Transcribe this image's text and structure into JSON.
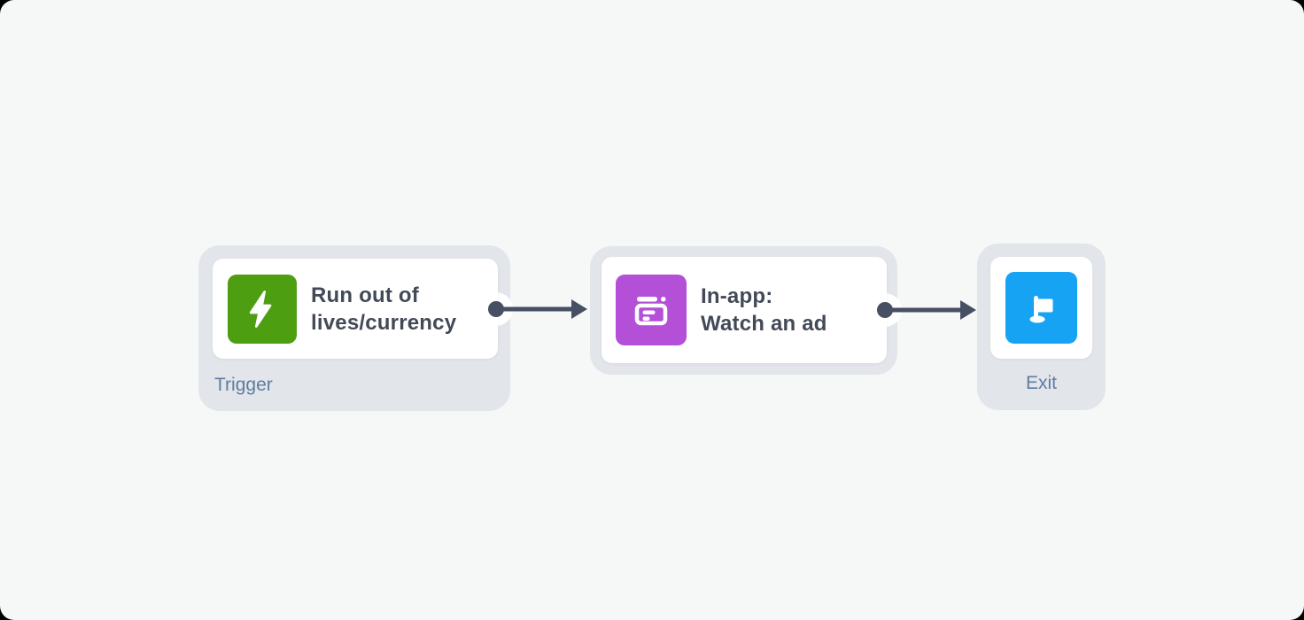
{
  "colors": {
    "page_background": "#000000",
    "canvas_background": "#f6f7f7",
    "node_container_gray": "#e2e5ea",
    "card_background": "#ffffff",
    "title_text": "#434a57",
    "type_label_text": "#5e7d9f",
    "connector": "#474f63",
    "trigger_icon_green": "#4d9e10",
    "in_app_icon_purple": "#b44fd8",
    "exit_icon_blue": "#16a3f4"
  },
  "flow": {
    "nodes": [
      {
        "id": "trigger",
        "type_label": "Trigger",
        "title_lines": [
          "Run out of",
          "lives/currency"
        ],
        "icon": "lightning-bolt"
      },
      {
        "id": "in_app_message",
        "title_lines": [
          "In-app:",
          "Watch an ad"
        ],
        "icon": "in-app-message"
      },
      {
        "id": "exit",
        "type_label": "Exit",
        "icon": "flag"
      }
    ]
  }
}
